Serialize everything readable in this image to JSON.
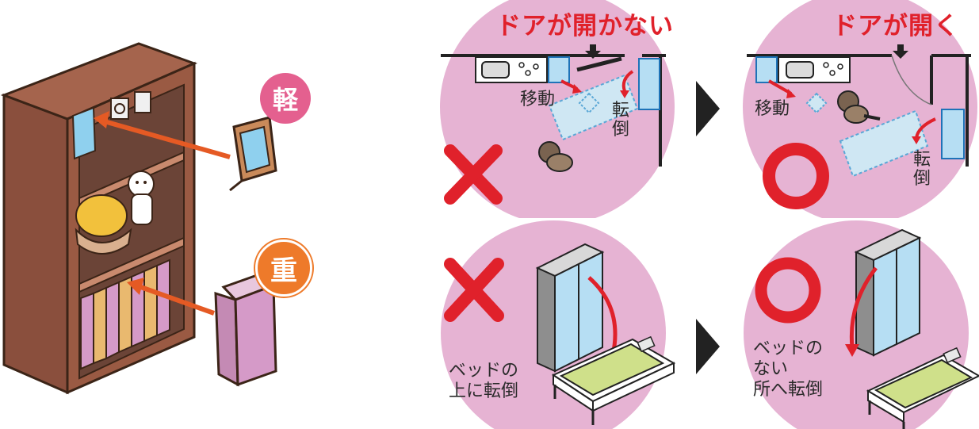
{
  "shelf_badges": {
    "light": {
      "text": "軽",
      "color": "#e4608f"
    },
    "heavy": {
      "text": "重",
      "color": "#ee7a2a"
    }
  },
  "door_scenarios": {
    "bad": {
      "title": "ドアが開かない",
      "move": "移動",
      "fall": [
        "転",
        "倒"
      ]
    },
    "good": {
      "title": "ドアが開く",
      "move": "移動",
      "fall": [
        "転",
        "倒"
      ]
    }
  },
  "bed_scenarios": {
    "bad": {
      "lines": [
        "ベッドの",
        "上に転倒"
      ]
    },
    "good": {
      "lines": [
        "ベッドの",
        "ない",
        "所へ転倒"
      ]
    }
  },
  "colors": {
    "circle_pink": "#e6b3d3",
    "cross_red": "#e0212b",
    "ok_red": "#e0212b",
    "arrow_orange": "#e55a24",
    "furniture_blue": "#b6def3",
    "mattress_green": "#cfe08a",
    "chevron": "#222222"
  },
  "icons": {
    "ng": "cross-icon",
    "ok": "circle-ok-icon",
    "next": "chevron-right-icon"
  }
}
